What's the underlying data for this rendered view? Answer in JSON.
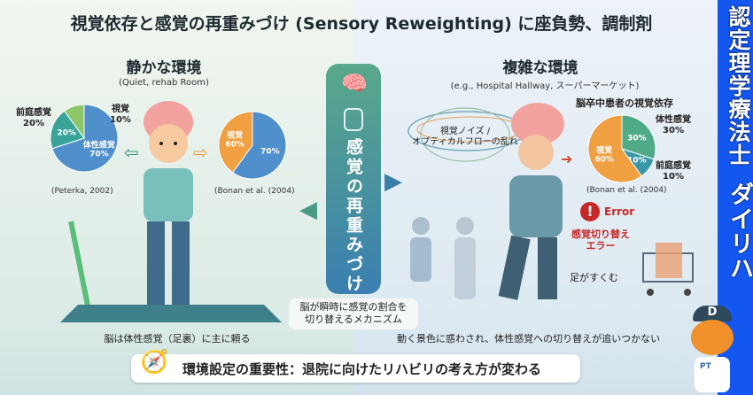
{
  "title": "視覚依存と感覚の再重みづけ (Sensory Reweighting) に座負勢、調制剤",
  "left": {
    "heading": "静かな環境",
    "subheading": "(Quiet, rehab Room)",
    "pie1": {
      "citation": "(Peterka, 2002)",
      "slices": [
        {
          "name": "体性感覚",
          "label": "体性感覚\n70%",
          "value": 70,
          "color": "#4f8fcc"
        },
        {
          "name": "前庭感覚",
          "label": "20%",
          "value": 20,
          "color": "#3aa39a"
        },
        {
          "name": "視覚",
          "label": "",
          "value": 10,
          "color": "#8cc86a"
        }
      ],
      "callout_vestibular": "前庭感覚\n20%",
      "callout_visual": "視覚\n10%"
    },
    "pie2": {
      "citation": "(Bonan et al. (2004)",
      "slices": [
        {
          "name": "other",
          "label": "70%",
          "value": 60,
          "color": "#4f8fcc"
        },
        {
          "name": "視覚",
          "label": "視覚\n60%",
          "value": 40,
          "color": "#f0a040"
        }
      ]
    },
    "caption": "脳は体性感覚（足裏）に主に頼る"
  },
  "center": {
    "label": "感覚の再重みづけ",
    "bubble": "脳が瞬時に感覚の割合を\n切り替えるメカニズム"
  },
  "right": {
    "heading": "複雑な環境",
    "subheading": "(e.g., Hospital Hallway, スーパーマーケット)",
    "noise": "視覚ノイズ /\nオプティカルフローの乱れ",
    "pie_title": "脳卒中患者の視覚依存",
    "pie": {
      "citation": "(Bonan et al. (2004)",
      "slices": [
        {
          "name": "体性感覚",
          "label": "30%",
          "value": 30,
          "color": "#4faa88"
        },
        {
          "name": "前庭感覚",
          "label": "10%",
          "value": 10,
          "color": "#3a98a8"
        },
        {
          "name": "視覚",
          "label": "視覚\n60%",
          "value": 60,
          "color": "#f0a040"
        }
      ],
      "callout_somato": "体性感覚\n30%",
      "callout_vestibular": "前庭感覚\n10%"
    },
    "error_title": "Error",
    "error_text": "感覚切り替え\nエラー",
    "freeze": "足がすくむ",
    "caption": "動く景色に惑わされ、体性感覚への切り替えが追いつかない"
  },
  "bottom": "環境設定の重要性：退院に向けたリハビリの考え方が変わる",
  "sidebar": {
    "top": "認定理学療法士",
    "bottom": "ダイリハ"
  },
  "mascot": {
    "cap_letter": "D",
    "shirt": "PT"
  }
}
